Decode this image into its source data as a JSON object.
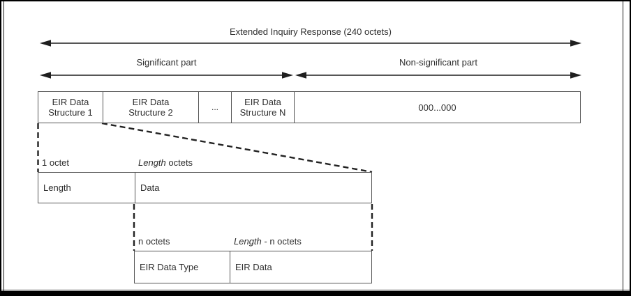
{
  "colors": {
    "box_border": "#555555",
    "arrow_line": "#1f1f1f",
    "dashed_line": "#222222",
    "text": "#2e2e2e",
    "frame": "#000000",
    "background": "#ffffff"
  },
  "figure": {
    "title_arrow_label": "Extended Inquiry Response (240 octets)",
    "significant_label": "Significant part",
    "non_significant_label": "Non-significant part",
    "structures": [
      "EIR Data\nStructure 1",
      "EIR Data\nStructure 2",
      "...",
      "EIR Data\nStructure N",
      "000...000"
    ],
    "level2": {
      "label_left": "1 octet",
      "label_right_italic": "Length",
      "label_right_rest": " octets",
      "cells": [
        "Length",
        "Data"
      ]
    },
    "level3": {
      "label_left": "n octets",
      "label_right_italic": "Length",
      "label_right_rest": " - n octets",
      "cells": [
        "EIR Data Type",
        "EIR Data"
      ]
    }
  }
}
